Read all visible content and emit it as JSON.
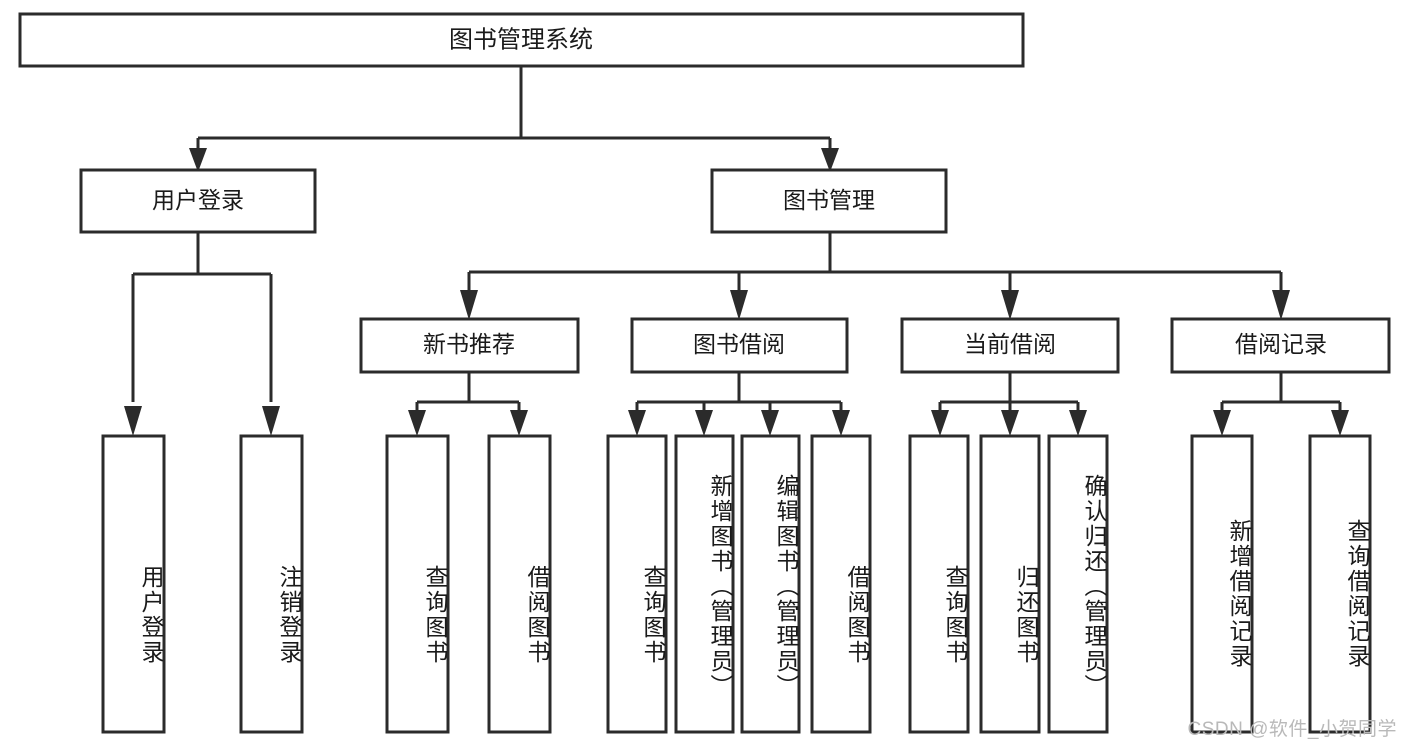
{
  "diagram": {
    "title": "图书管理系统",
    "type": "tree-hierarchy",
    "orientation": "top-down",
    "nodes": {
      "root": {
        "label": "图书管理系统"
      },
      "level2": [
        {
          "id": "user-login",
          "label": "用户登录"
        },
        {
          "id": "book-management",
          "label": "图书管理"
        }
      ],
      "level3": [
        {
          "id": "new-book-recommend",
          "label": "新书推荐"
        },
        {
          "id": "book-borrow",
          "label": "图书借阅"
        },
        {
          "id": "current-borrow",
          "label": "当前借阅"
        },
        {
          "id": "borrow-record",
          "label": "借阅记录"
        }
      ],
      "leaves": {
        "user-login": [
          {
            "id": "leaf-user-login",
            "label": "用户登录"
          },
          {
            "id": "leaf-user-logout",
            "label": "注销登录"
          }
        ],
        "new-book-recommend": [
          {
            "id": "leaf-query-book-1",
            "label": "查询图书"
          },
          {
            "id": "leaf-borrow-book-1",
            "label": "借阅图书"
          }
        ],
        "book-borrow": [
          {
            "id": "leaf-query-book-2",
            "label": "查询图书"
          },
          {
            "id": "leaf-add-book",
            "label": "新增图书（管理员）"
          },
          {
            "id": "leaf-edit-book",
            "label": "编辑图书（管理员）"
          },
          {
            "id": "leaf-borrow-book-2",
            "label": "借阅图书"
          }
        ],
        "current-borrow": [
          {
            "id": "leaf-query-book-3",
            "label": "查询图书"
          },
          {
            "id": "leaf-return-book",
            "label": "归还图书"
          },
          {
            "id": "leaf-confirm-return",
            "label": "确认归还（管理员）"
          }
        ],
        "borrow-record": [
          {
            "id": "leaf-add-record",
            "label": "新增借阅记录"
          },
          {
            "id": "leaf-query-record",
            "label": "查询借阅记录"
          }
        ]
      }
    },
    "colors": {
      "box_stroke": "#2b2b2b",
      "box_fill": "#ffffff",
      "text": "#1a1a1a",
      "background": "#ffffff",
      "watermark": "#b9b9b9"
    }
  },
  "watermark": {
    "text": "CSDN @软件_小贺同学"
  }
}
